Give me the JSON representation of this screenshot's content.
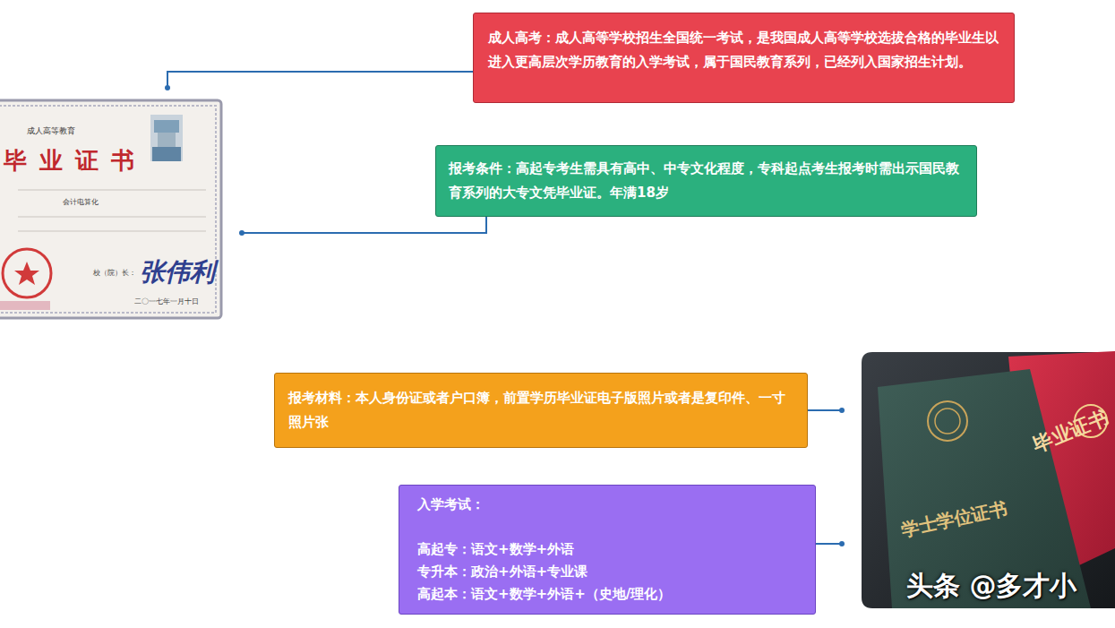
{
  "diagram": {
    "nodes": [
      {
        "text": [
          "成人高考：成人高等学校招生全国统一考试，是我国成人高等学校选拔合格的毕业生以进入更高层次学历教育的入学考试，属于国民教育系列，已经列入国家招生计划。"
        ]
      },
      {
        "text": [
          "报考条件：高起专考生需具有高中、中专文化程度，专科起点考生报考时需出示国民教育系列的大专文凭毕业证。年满18岁"
        ]
      },
      {
        "text": [
          "报考材料：本人身份证或者户口簿，前置学历毕业证电子版照片或者是复印件、一寸照片张"
        ]
      },
      {
        "text": [
          "入学考试：",
          "高起专：语文+数学+外语",
          "专升本：政治+外语+专业课",
          "高起本：语文+数学+外语+（史地/理化）"
        ]
      }
    ],
    "labels": [
      "成人高等教育",
      "毕业证书",
      "会计电算化",
      "校（院）长：",
      "张伟利",
      "二〇一七年一月十日",
      "毕业证书",
      "学士学位证书",
      "头条 @多才小"
    ]
  }
}
